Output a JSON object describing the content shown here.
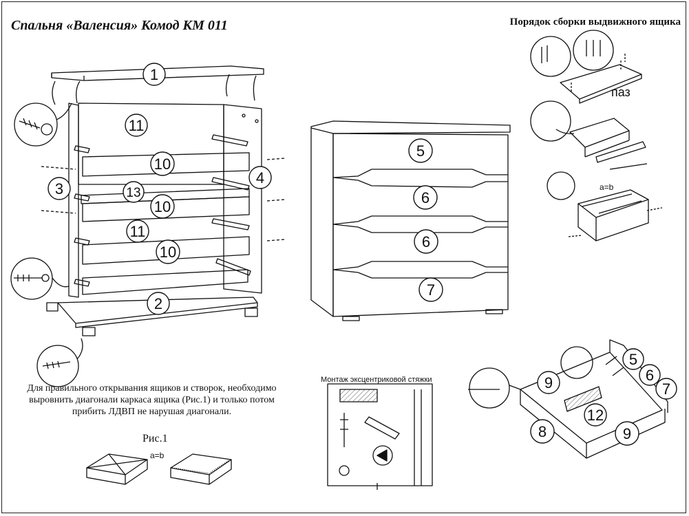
{
  "header": {
    "title": "Спальня «Валенсия» Комод КМ 011",
    "drawer_assembly_title": "Порядок сборки выдвижного ящика"
  },
  "carcass_parts": {
    "p1": "1",
    "p11a": "11",
    "p10a": "10",
    "p4": "4",
    "p3": "3",
    "p13": "13",
    "p10b": "10",
    "p11b": "11",
    "p10c": "10",
    "p2": "2"
  },
  "front_parts": {
    "p5": "5",
    "p6a": "6",
    "p6b": "6",
    "p7": "7"
  },
  "drawer_steps": {
    "groove_label": "паз",
    "ab_label": "a=b"
  },
  "drawer_box_parts": {
    "p9a": "9",
    "p5": "5",
    "p6": "6",
    "p7": "7",
    "p12": "12",
    "p8": "8",
    "p9b": "9"
  },
  "note": {
    "text": "Для правильного открывания  ящиков и створок, необходимо выровнить диагонали каркаса ящика (Рис.1) и только потом прибить ЛДВП не нарушая диагонали."
  },
  "figure1": {
    "caption": "Рис.1",
    "ab_label": "a=b"
  },
  "cam_fitting": {
    "title": "Монтаж эксцентриковой стяжки"
  }
}
